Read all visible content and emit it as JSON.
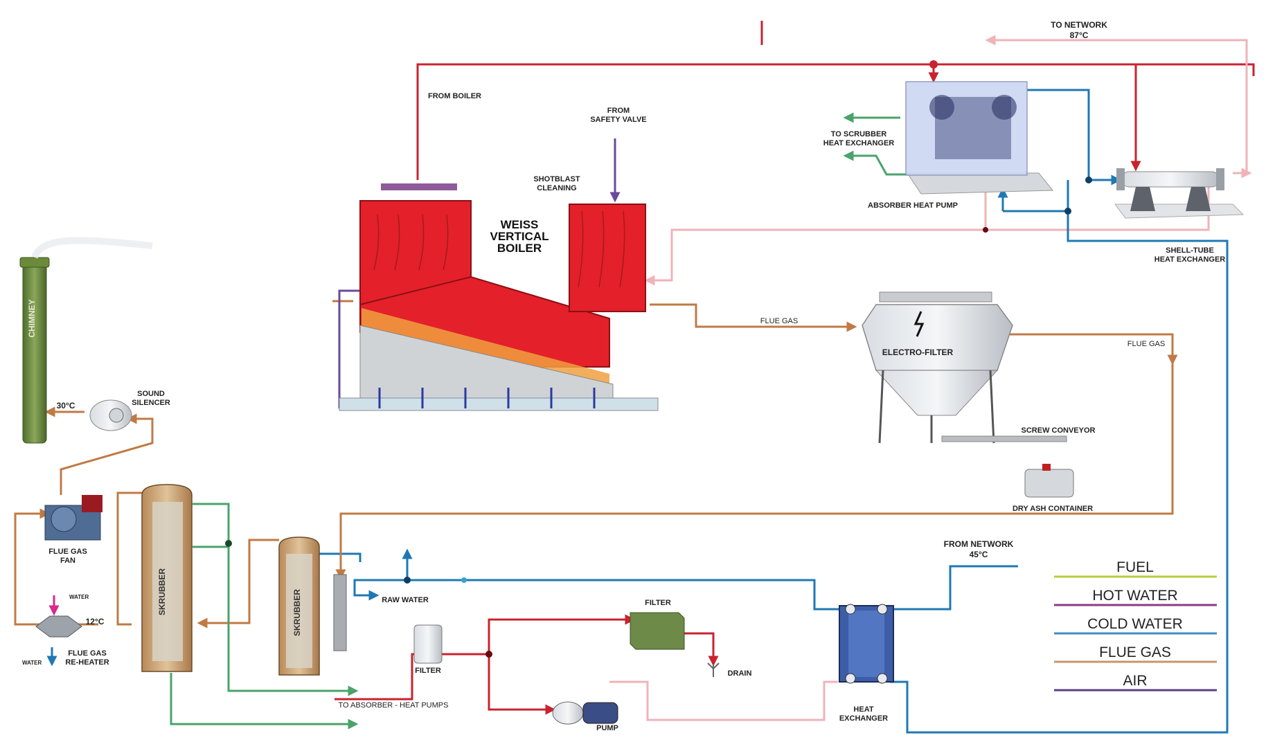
{
  "labels": {
    "to_network": "TO NETWORK",
    "to_network_temp": "87°C",
    "from_boiler": "FROM BOILER",
    "from_safety_valve_1": "FROM",
    "from_safety_valve_2": "SAFETY VALVE",
    "shotblast_1": "SHOTBLAST",
    "shotblast_2": "CLEANING",
    "boiler_1": "WEISS",
    "boiler_2": "VERTICAL",
    "boiler_3": "BOILER",
    "to_scrubber_1": "TO SCRUBBER",
    "to_scrubber_2": "HEAT EXCHANGER",
    "absorber_heat_pump": "ABSORBER HEAT PUMP",
    "shell_tube_1": "SHELL-TUBE",
    "shell_tube_2": "HEAT EXCHANGER",
    "flue_gas_1": "FLUE GAS",
    "flue_gas_2": "FLUE GAS",
    "electro_filter": "ELECTRO-FILTER",
    "screw_conveyor": "SCREW CONVEYOR",
    "dry_ash_container": "DRY ASH CONTAINER",
    "chimney": "CHIMNEY",
    "temp_30": "30°C",
    "sound_silencer_1": "SOUND",
    "sound_silencer_2": "SILENCER",
    "flue_gas_fan_1": "FLUE GAS",
    "flue_gas_fan_2": "FAN",
    "water_in": "WATER",
    "water_out": "WATER",
    "temp_12": "12°C",
    "reheater_1": "FLUE GAS",
    "reheater_2": "RE-HEATER",
    "skrubber_1": "SKRUBBER",
    "skrubber_2": "SKRUBBER",
    "raw_water": "RAW WATER",
    "filter_1": "FILTER",
    "filter_2": "FILTER",
    "drain": "DRAIN",
    "to_absorber": "TO ABSORBER - HEAT PUMPS",
    "pump": "PUMP",
    "from_network": "FROM NETWORK",
    "from_network_temp": "45°C",
    "heat_exchanger_1": "HEAT",
    "heat_exchanger_2": "EXCHANGER"
  },
  "legend": [
    {
      "label": "FUEL",
      "color": "#b8cf3a"
    },
    {
      "label": "HOT WATER",
      "color": "#8e3a82"
    },
    {
      "label": "COLD WATER",
      "color": "#3b8fc4"
    },
    {
      "label": "FLUE GAS",
      "color": "#c9956a"
    },
    {
      "label": "AIR",
      "color": "#5a3f8a"
    }
  ]
}
